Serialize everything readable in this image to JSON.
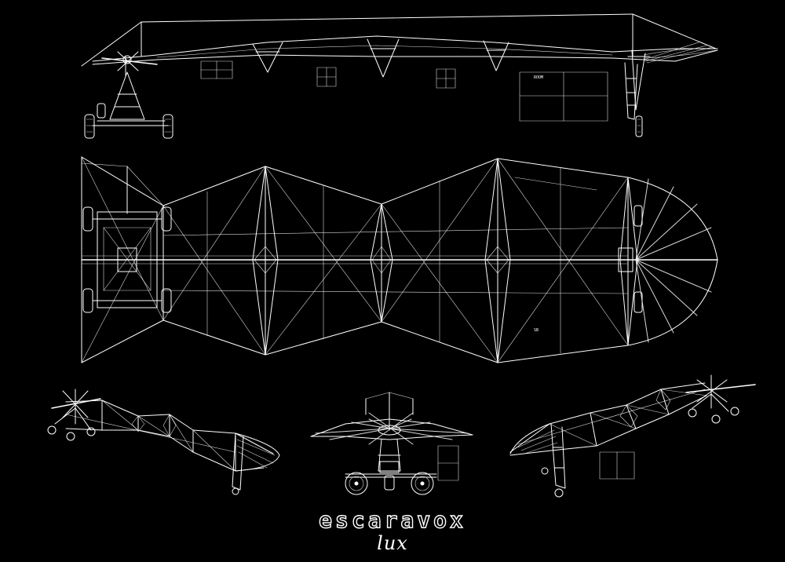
{
  "page": {
    "background": "#000000",
    "ink": "#ffffff",
    "style": "white wireframe blueprint on black"
  },
  "views": [
    {
      "id": "side-elevation",
      "icon": "aircraft-side-view"
    },
    {
      "id": "top-plan",
      "icon": "aircraft-top-view"
    },
    {
      "id": "perspective-left",
      "icon": "aircraft-perspective"
    },
    {
      "id": "front-view",
      "icon": "aircraft-front-view"
    },
    {
      "id": "perspective-right",
      "icon": "aircraft-perspective"
    }
  ],
  "branding": {
    "name": "escaravox",
    "subtitle": "lux"
  }
}
